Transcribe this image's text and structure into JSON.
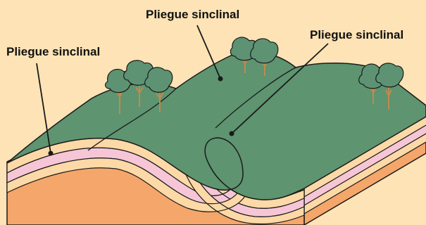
{
  "labels": {
    "left": "Pliegue sinclinal",
    "middle": "Pliegue sinclinal",
    "right": "Pliegue sinclinal"
  },
  "colors": {
    "background": "#fde3b5",
    "grass": "#5e9470",
    "tree_canopy": "#5d9373",
    "tree_trunk": "#c08a4c",
    "layer_orange": "#f5a66a",
    "layer_cream": "#fcd9a6",
    "layer_pink": "#f6c6d6",
    "outline": "#1a1a1a"
  }
}
